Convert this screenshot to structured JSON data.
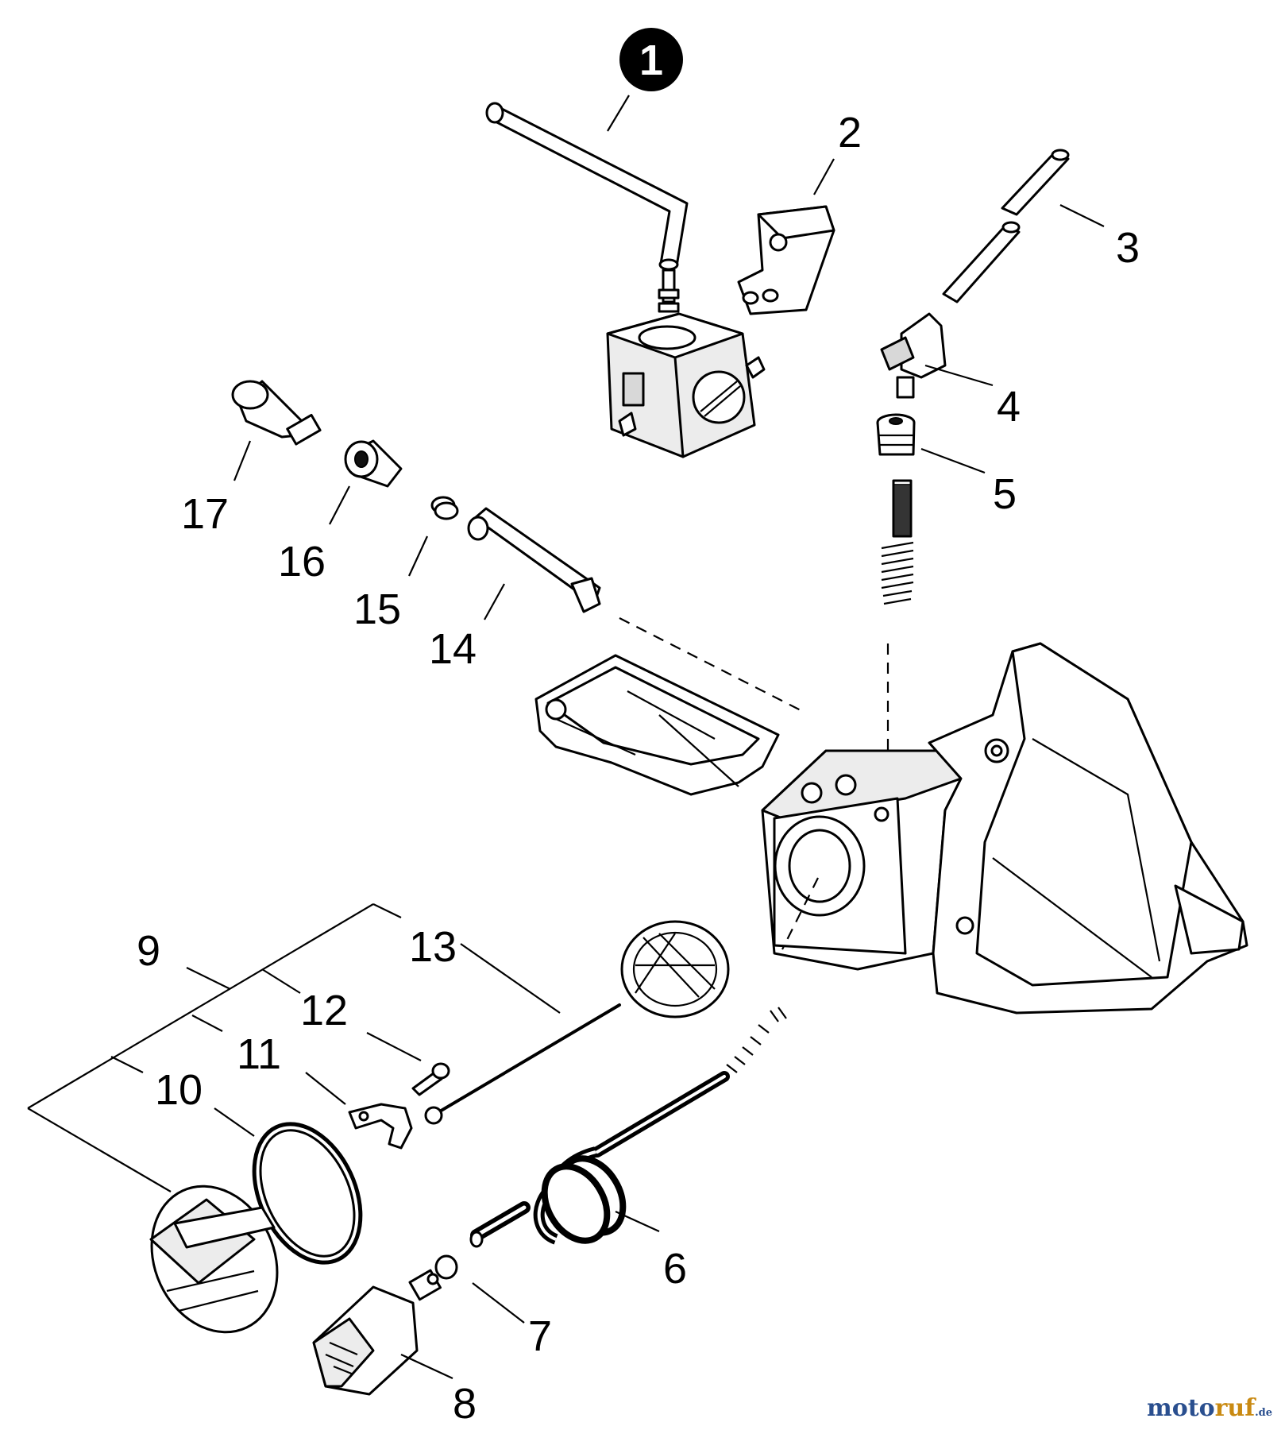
{
  "diagram": {
    "callouts": {
      "c1": "1",
      "c2": "2",
      "c3": "3",
      "c4": "4",
      "c5": "5",
      "c6": "6",
      "c7": "7",
      "c8": "8",
      "c9": "9",
      "c10": "10",
      "c11": "11",
      "c12": "12",
      "c13": "13",
      "c14": "14",
      "c15": "15",
      "c16": "16",
      "c17": "17"
    },
    "highlighted_callout": "1"
  },
  "watermark": {
    "brand_main": "moto",
    "brand_accent": "ruf",
    "brand_suffix": ".de",
    "colors": {
      "main": "#2a4f8f",
      "accent": "#c98a12"
    }
  }
}
